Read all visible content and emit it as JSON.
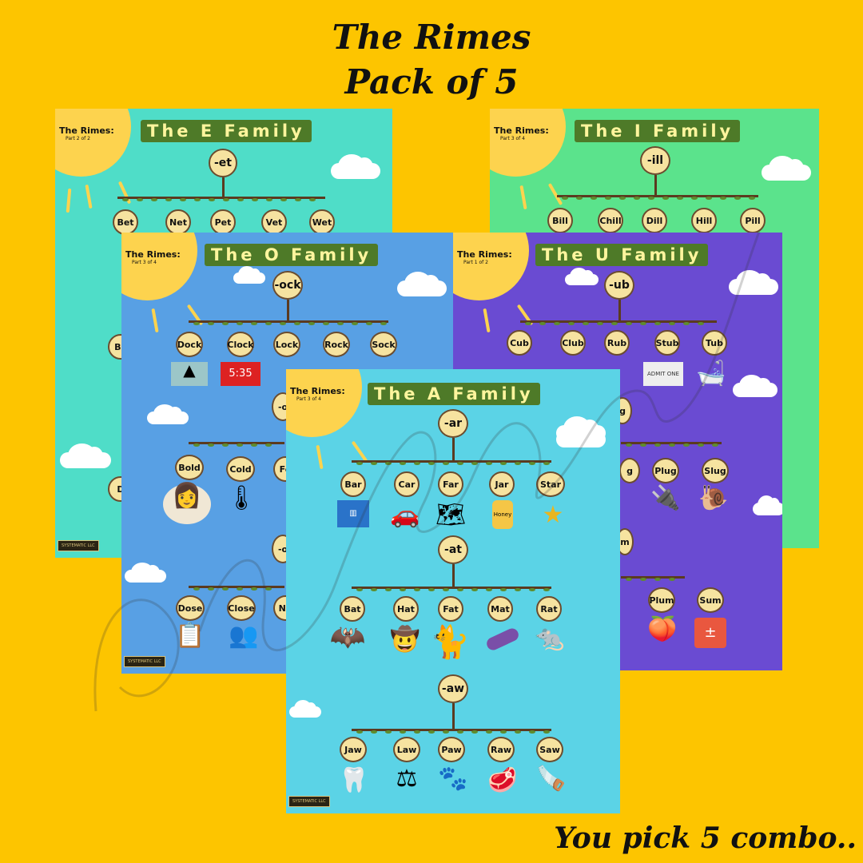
{
  "header": {
    "line1": "The Rimes",
    "line2": "Pack of 5"
  },
  "footer": {
    "text": "You pick 5 combo.."
  },
  "colors": {
    "background": "#FDC500",
    "e_poster": "#4FDDC8",
    "i_poster": "#5BE38C",
    "o_poster": "#58A0E4",
    "u_poster": "#6A4BD2",
    "a_poster": "#5BD3E6",
    "title_bar": "#4E7A28",
    "node_fill": "#F6E3A0"
  },
  "posters": {
    "e": {
      "label": "The Rimes:",
      "part": "Part 2 of 2",
      "title": "The E Family",
      "rime": "-et",
      "words": [
        "Bet",
        "Net",
        "Pet",
        "Vet",
        "Wet"
      ],
      "lower_partial": [
        "Be",
        "D"
      ]
    },
    "i": {
      "label": "The Rimes:",
      "part": "Part 3 of 4",
      "title": "The I Family",
      "rime": "-ill",
      "words": [
        "Bill",
        "Chill",
        "Dill",
        "Hill",
        "Pill"
      ]
    },
    "o": {
      "label": "The Rimes:",
      "part": "Part 3 of 4",
      "title": "The O Family",
      "rime1": "-ock",
      "words1": [
        "Dock",
        "Clock",
        "Lock",
        "Rock",
        "Sock"
      ],
      "clock_text": "5:35",
      "rime2_partial": "-o",
      "words2": [
        "Bold",
        "Cold",
        "Fo"
      ],
      "rime3_partial": "-o",
      "words3": [
        "Dose",
        "Close",
        "No"
      ]
    },
    "u": {
      "label": "The Rimes:",
      "part": "Part 1 of 2",
      "title": "The U Family",
      "rime1": "-ub",
      "words1": [
        "Cub",
        "Club",
        "Rub",
        "Stub",
        "Tub"
      ],
      "ticket_text": "ADMIT ONE",
      "rime2_partial": "g",
      "words2": [
        "g",
        "Plug",
        "Slug"
      ],
      "rime3_partial": "m",
      "words3": [
        "Plum",
        "Sum"
      ]
    },
    "a": {
      "label": "The Rimes:",
      "part": "Part 3 of 4",
      "title": "The A Family",
      "rime1": "-ar",
      "words1": [
        "Bar",
        "Car",
        "Far",
        "Jar",
        "Star"
      ],
      "jar_text": "Honey",
      "rime2": "-at",
      "words2": [
        "Bat",
        "Hat",
        "Fat",
        "Mat",
        "Rat"
      ],
      "rime3": "-aw",
      "words3": [
        "Jaw",
        "Law",
        "Paw",
        "Raw",
        "Saw"
      ]
    }
  },
  "icons": {
    "o1": [
      "pyramid-icon",
      "alarm-clock-icon",
      "lock-icon",
      "rock-icon",
      "sock-icon"
    ],
    "o2": [
      "woman-icon",
      "thermometer-icon",
      "paper-icon"
    ],
    "o3": [
      "prescription-icon",
      "whisper-icon",
      "nose-icon"
    ],
    "u1": [
      "bear-cub-icon",
      "club-icon",
      "person-icon",
      "ticket-icon",
      "bathtub-icon"
    ],
    "u2": [
      "bug-icon",
      "plug-icon",
      "snail-icon"
    ],
    "u3": [
      "plum-icon",
      "calculator-icon"
    ],
    "a1": [
      "bar-icon",
      "car-icon",
      "globe-icon",
      "honey-jar-icon",
      "star-icon"
    ],
    "a2": [
      "bat-icon",
      "hat-icon",
      "cat-icon",
      "yoga-mat-icon",
      "rat-icon"
    ],
    "a3": [
      "jaw-icon",
      "judge-icon",
      "paw-icon",
      "steak-icon",
      "saw-icon"
    ]
  }
}
